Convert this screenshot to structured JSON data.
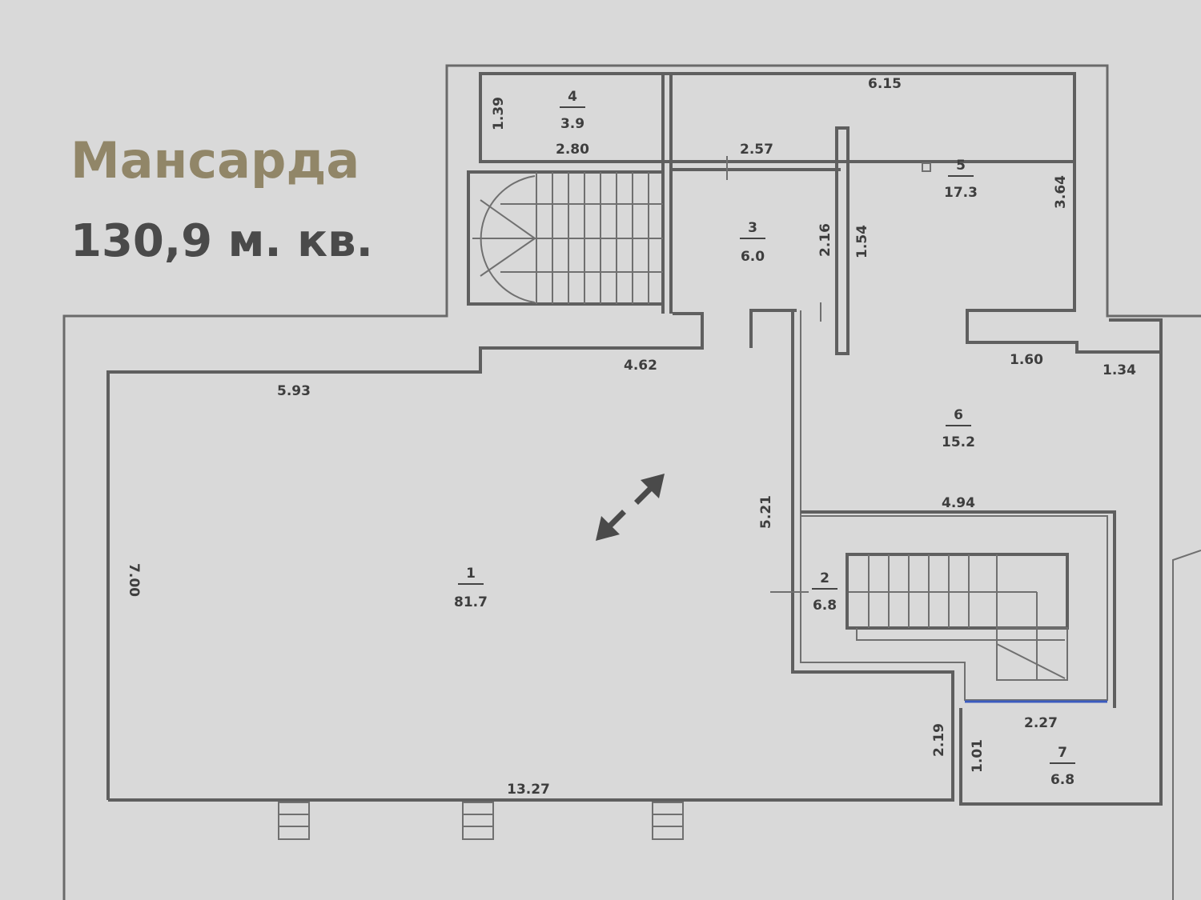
{
  "title": "Мансарда",
  "area": "130,9 м. кв.",
  "rooms": [
    {
      "num": "1",
      "area": "81.7"
    },
    {
      "num": "2",
      "area": "6.8"
    },
    {
      "num": "3",
      "area": "6.0"
    },
    {
      "num": "4",
      "area": "3.9"
    },
    {
      "num": "5",
      "area": "17.3"
    },
    {
      "num": "6",
      "area": "15.2"
    },
    {
      "num": "7",
      "area": "6.8"
    }
  ],
  "dimensions": {
    "d_6_15": "6.15",
    "d_2_80": "2.80",
    "d_1_39": "1.39",
    "d_2_57": "2.57",
    "d_3_64": "3.64",
    "d_2_16": "2.16",
    "d_1_54": "1.54",
    "d_1_60": "1.60",
    "d_1_34": "1.34",
    "d_4_62": "4.62",
    "d_5_93": "5.93",
    "d_4_94": "4.94",
    "d_5_21": "5.21",
    "d_7_00": "7.00",
    "d_2_27": "2.27",
    "d_2_19": "2.19",
    "d_1_01": "1.01",
    "d_13_27": "13.27"
  },
  "colors": {
    "title": "#918668",
    "background": "#d9d9d9",
    "accent_wall": "#3b5bbf"
  }
}
